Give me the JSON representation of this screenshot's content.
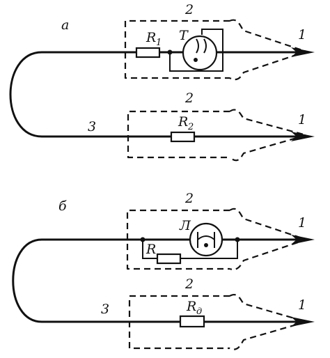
{
  "panel_a": {
    "label": "а",
    "upper": {
      "zone_label": "2",
      "resistor_label": "R",
      "resistor_sub": "1",
      "element_label": "Т",
      "end_label": "1"
    },
    "lower": {
      "zone_label": "2",
      "wire_label": "3",
      "resistor_label": "R",
      "resistor_sub": "2",
      "end_label": "1"
    }
  },
  "panel_b": {
    "label": "б",
    "upper": {
      "zone_label": "2",
      "resistor_label": "R",
      "element_label": "Л",
      "end_label": "1"
    },
    "lower": {
      "zone_label": "2",
      "wire_label": "3",
      "resistor_label": "R",
      "resistor_sub": "д",
      "end_label": "1"
    }
  }
}
